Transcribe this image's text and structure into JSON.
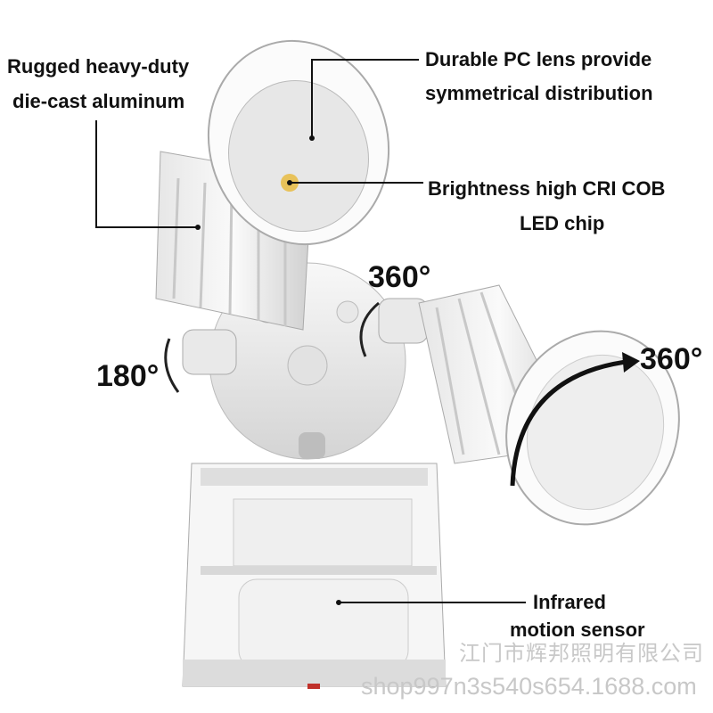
{
  "callouts": {
    "housing": {
      "line1": "Rugged heavy-duty",
      "line2": "die-cast aluminum"
    },
    "lens": {
      "line1": "Durable PC lens provide",
      "line2": "symmetrical distribution"
    },
    "chip": {
      "line1": "Brightness high CRI COB",
      "line2": "LED chip"
    },
    "sensor": {
      "line1": "Infrared",
      "line2": "motion sensor"
    }
  },
  "rotations": {
    "left_pivot": "180°",
    "right_pivot": "360°",
    "right_head": "360°"
  },
  "watermark": {
    "company": "江门市辉邦照明有限公司",
    "url": "shop997n3s540s654.1688.com"
  },
  "colors": {
    "product_white": "#f4f4f4",
    "shadow_gray": "#c9c9c9",
    "led_yellow": "#e8c25a",
    "indicator_red": "#c0302a"
  }
}
